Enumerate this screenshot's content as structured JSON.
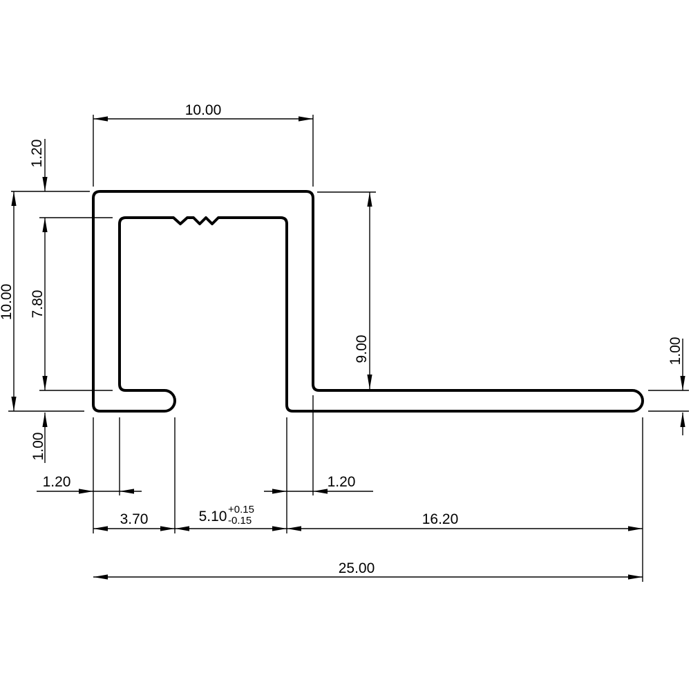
{
  "drawing": {
    "background_color": "#ffffff",
    "line_color": "#000000",
    "type": "profile-cross-section",
    "labels": {
      "top_width": "10.00",
      "overall_height": "10.00",
      "top_flange_thickness": "1.20",
      "inner_height": "7.80",
      "foot_thickness": "1.00",
      "channel_depth": "9.00",
      "arm_thickness": "1.00",
      "left_wall_thickness": "1.20",
      "foot_length": "3.70",
      "channel_opening": "5.10",
      "channel_opening_tol_plus": "+0.15",
      "channel_opening_tol_minus": "-0.15",
      "right_wall_thickness": "1.20",
      "arm_length": "16.20",
      "overall_width": "25.00"
    }
  }
}
